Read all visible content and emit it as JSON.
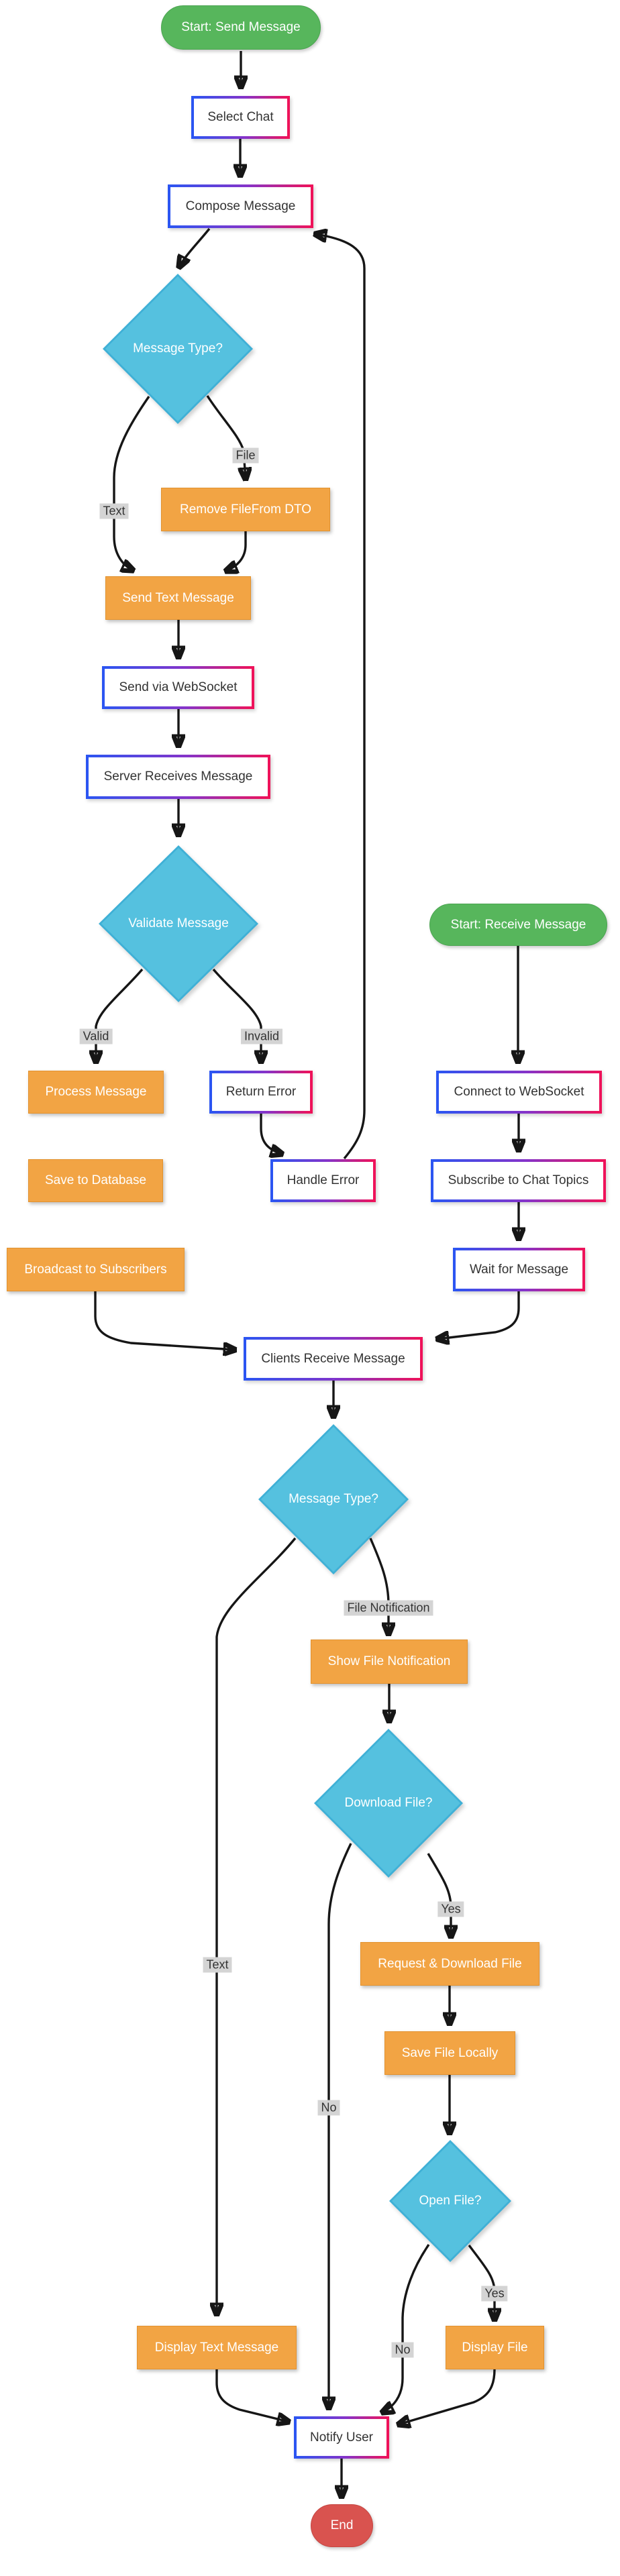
{
  "nodes": {
    "start_send": "Start: Send Message",
    "select_chat": "Select Chat",
    "compose": "Compose Message",
    "msg_type1": "Message Type?",
    "remove_file": "Remove FileFrom DTO",
    "send_text": "Send Text Message",
    "send_ws": "Send via WebSocket",
    "server_recv": "Server Receives Message",
    "validate": "Validate Message",
    "process_msg": "Process Message",
    "return_error": "Return Error",
    "save_db": "Save to Database",
    "handle_error": "Handle Error",
    "broadcast": "Broadcast to Subscribers",
    "start_recv": "Start: Receive Message",
    "connect_ws": "Connect to WebSocket",
    "subscribe": "Subscribe to Chat Topics",
    "wait_msg": "Wait for Message",
    "clients_recv": "Clients Receive Message",
    "msg_type2": "Message Type?",
    "show_notif": "Show File Notification",
    "download_q": "Download File?",
    "req_download": "Request & Download File",
    "save_local": "Save File Locally",
    "open_q": "Open File?",
    "display_file": "Display File",
    "display_text": "Display Text Message",
    "notify": "Notify User",
    "end": "End"
  },
  "edge_labels": {
    "file_send": "File",
    "text_send": "Text",
    "valid": "Valid",
    "invalid": "Invalid",
    "file_notification": "File Notification",
    "text_recv": "Text",
    "yes_download": "Yes",
    "no_download": "No",
    "yes_open": "Yes",
    "no_open": "No"
  },
  "colors": {
    "start_fill": "#57b65c",
    "start_border": "#4aa450",
    "end_fill": "#d9534f",
    "process_fill": "#f2a444",
    "decision_fill": "#55c1df",
    "io_border_blue": "#2b55f2",
    "io_border_purple": "#8633c9",
    "io_border_pink": "#ef1259",
    "edge_label_bg": "#d4d4d4",
    "arrow": "#161616"
  }
}
